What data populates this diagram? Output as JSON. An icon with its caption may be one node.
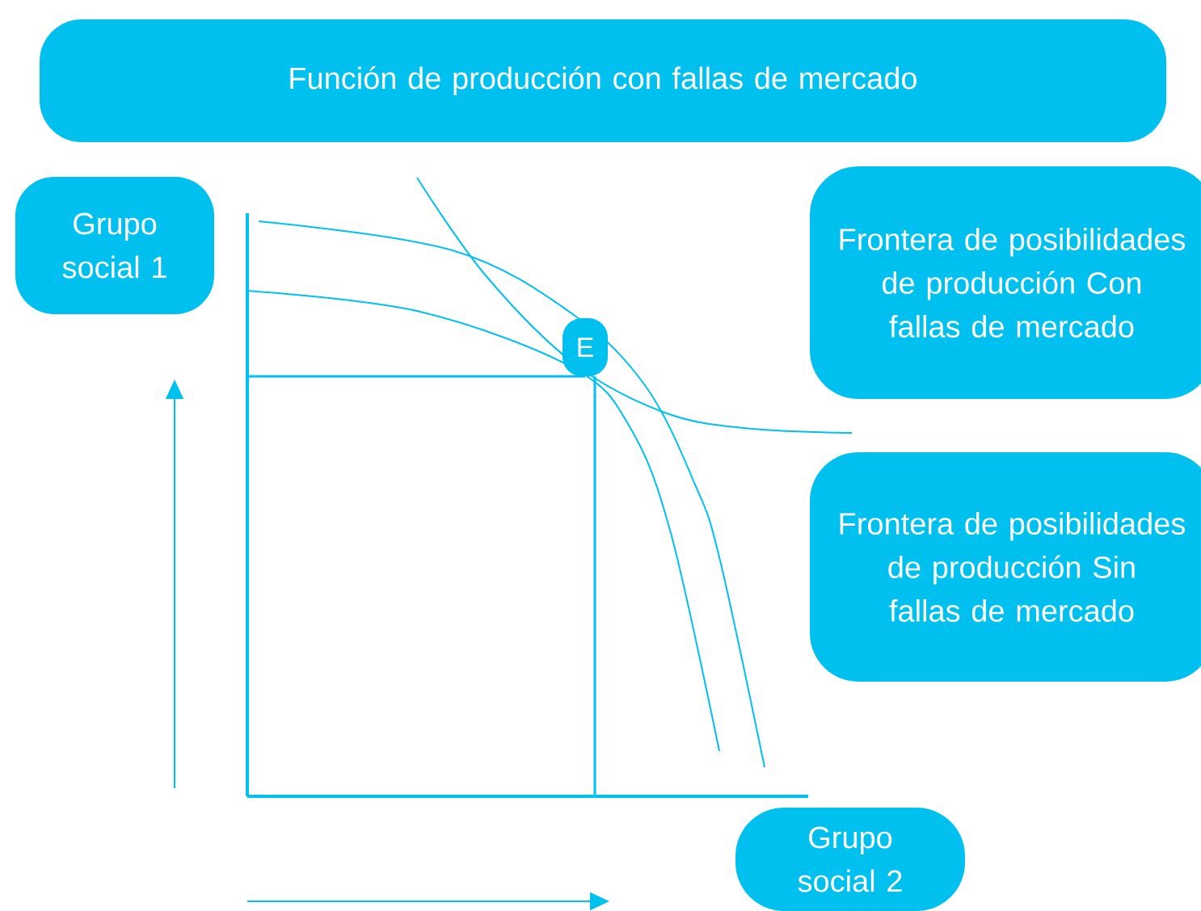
{
  "diagram": {
    "nodes": [
      {
        "text": [
          "Función de producción con fallas de mercado"
        ]
      },
      {
        "text": [
          "Grupo social 1"
        ]
      },
      {
        "text": [
          "Frontera de posibilidades de producción Con fallas de mercado"
        ]
      },
      {
        "text": [
          "Frontera de posibilidades de producción Sin fallas de mercado"
        ]
      },
      {
        "text": [
          "E"
        ]
      },
      {
        "text": [
          "Grupo social 2"
        ]
      }
    ],
    "edges": []
  }
}
